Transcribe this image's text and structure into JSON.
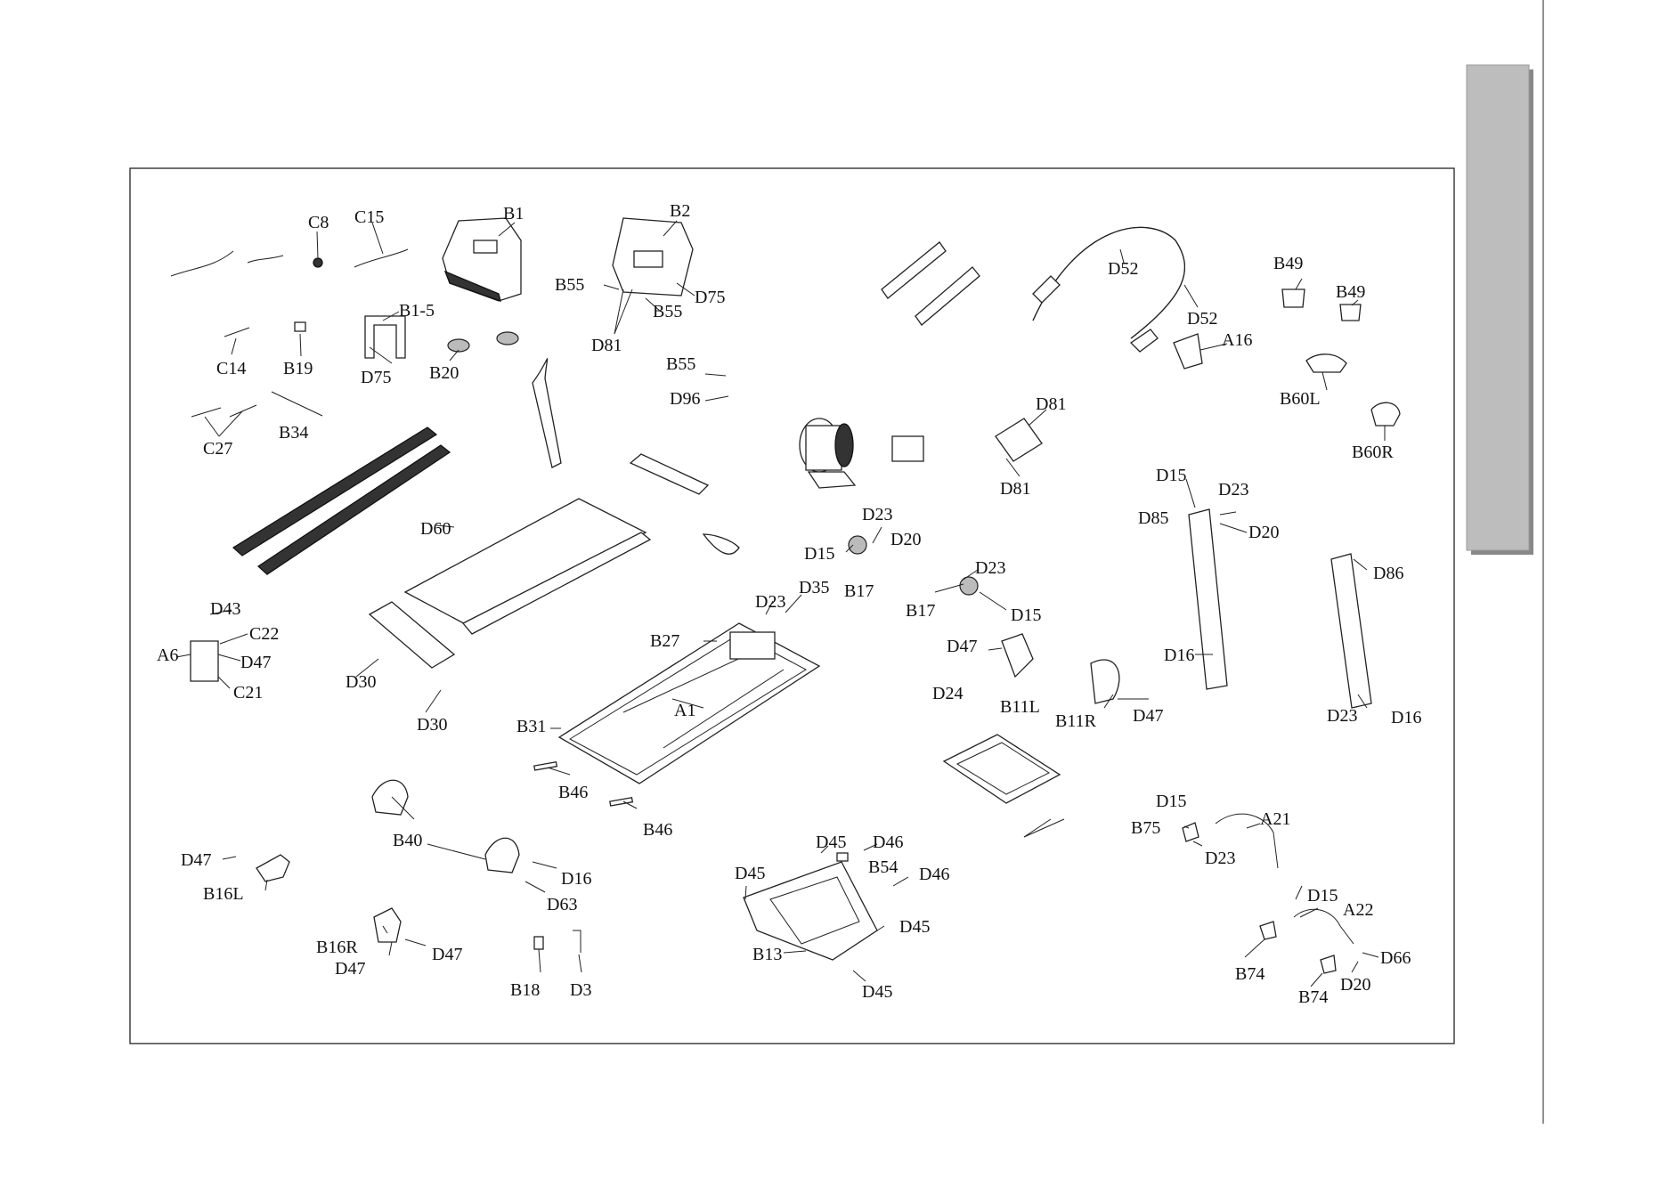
{
  "labels": {
    "C8": "C8",
    "C15": "C15",
    "B1": "B1",
    "B2": "B2",
    "B55a": "B55",
    "B55b": "B55",
    "B55c": "B55",
    "D75a": "D75",
    "D81a": "D81",
    "B1_5": "B1-5",
    "C14": "C14",
    "B19": "B19",
    "D75b": "D75",
    "B20": "B20",
    "C27": "C27",
    "B34": "B34",
    "D96": "D96",
    "D52a": "D52",
    "D52b": "D52",
    "A16": "A16",
    "B49a": "B49",
    "B49b": "B49",
    "B60L": "B60L",
    "B60R": "B60R",
    "D81b": "D81",
    "D81c": "D81",
    "D60": "D60",
    "D15a": "D15",
    "D23a": "D23",
    "D85": "D85",
    "D20a": "D20",
    "D86": "D86",
    "D23b": "D23",
    "D20b": "D20",
    "D15b": "D15",
    "B17a": "B17",
    "D23c": "D23",
    "B17b": "B17",
    "D15c": "D15",
    "D43": "D43",
    "C22": "C22",
    "A6": "A6",
    "D47a": "D47",
    "C21": "C21",
    "D23d": "D23",
    "D35": "D35",
    "B27": "B27",
    "D47b": "D47",
    "D16a": "D16",
    "D30a": "D30",
    "A1": "A1",
    "D24": "D24",
    "B11L": "B11L",
    "B11R": "B11R",
    "D47c": "D47",
    "D23e": "D23",
    "D16b": "D16",
    "D30b": "D30",
    "B31": "B31",
    "B46a": "B46",
    "B46b": "B46",
    "B40": "B40",
    "D47d": "D47",
    "B16L": "B16L",
    "D16c": "D16",
    "D63": "D63",
    "D45a": "D45",
    "D46a": "D46",
    "B54": "B54",
    "D46b": "D46",
    "D45b": "D45",
    "D45c": "D45",
    "B13": "B13",
    "D45d": "D45",
    "D15d": "D15",
    "A21": "A21",
    "B75": "B75",
    "D23f": "D23",
    "D15e": "D15",
    "A22": "A22",
    "B16R": "B16R",
    "D47e": "D47",
    "D47f": "D47",
    "B18": "B18",
    "D3": "D3",
    "B74a": "B74",
    "B74b": "B74",
    "D20c": "D20",
    "D66": "D66"
  },
  "colors": {
    "line": "#222222",
    "tab": "#bdbdbd",
    "tab_shadow": "#888888"
  }
}
